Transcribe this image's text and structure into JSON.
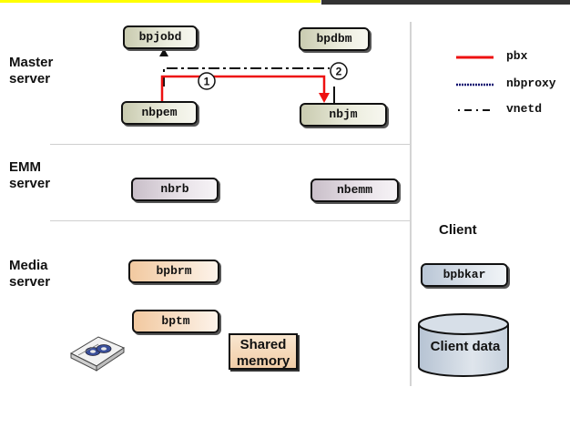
{
  "sections": {
    "master": "Master\nserver",
    "emm": "EMM\nserver",
    "media": "Media\nserver",
    "client": "Client"
  },
  "processes": {
    "bpjobd": "bpjobd",
    "bpdbm": "bpdbm",
    "nbpem": "nbpem",
    "nbjm": "nbjm",
    "nbrb": "nbrb",
    "nbemm": "nbemm",
    "bpbrm": "bpbrm",
    "bptm": "bptm",
    "bpbkar": "bpbkar"
  },
  "shared_memory": "Shared\nmemory",
  "client_data": "Client data",
  "steps": [
    "1",
    "2"
  ],
  "legend": [
    {
      "label": "pbx",
      "style": "solid",
      "color": "#ee1111"
    },
    {
      "label": "nbproxy",
      "style": "dotted",
      "color": "#101070"
    },
    {
      "label": "vnetd",
      "style": "dash-dot",
      "color": "#111111"
    }
  ],
  "tape_icon": "tape-drive"
}
